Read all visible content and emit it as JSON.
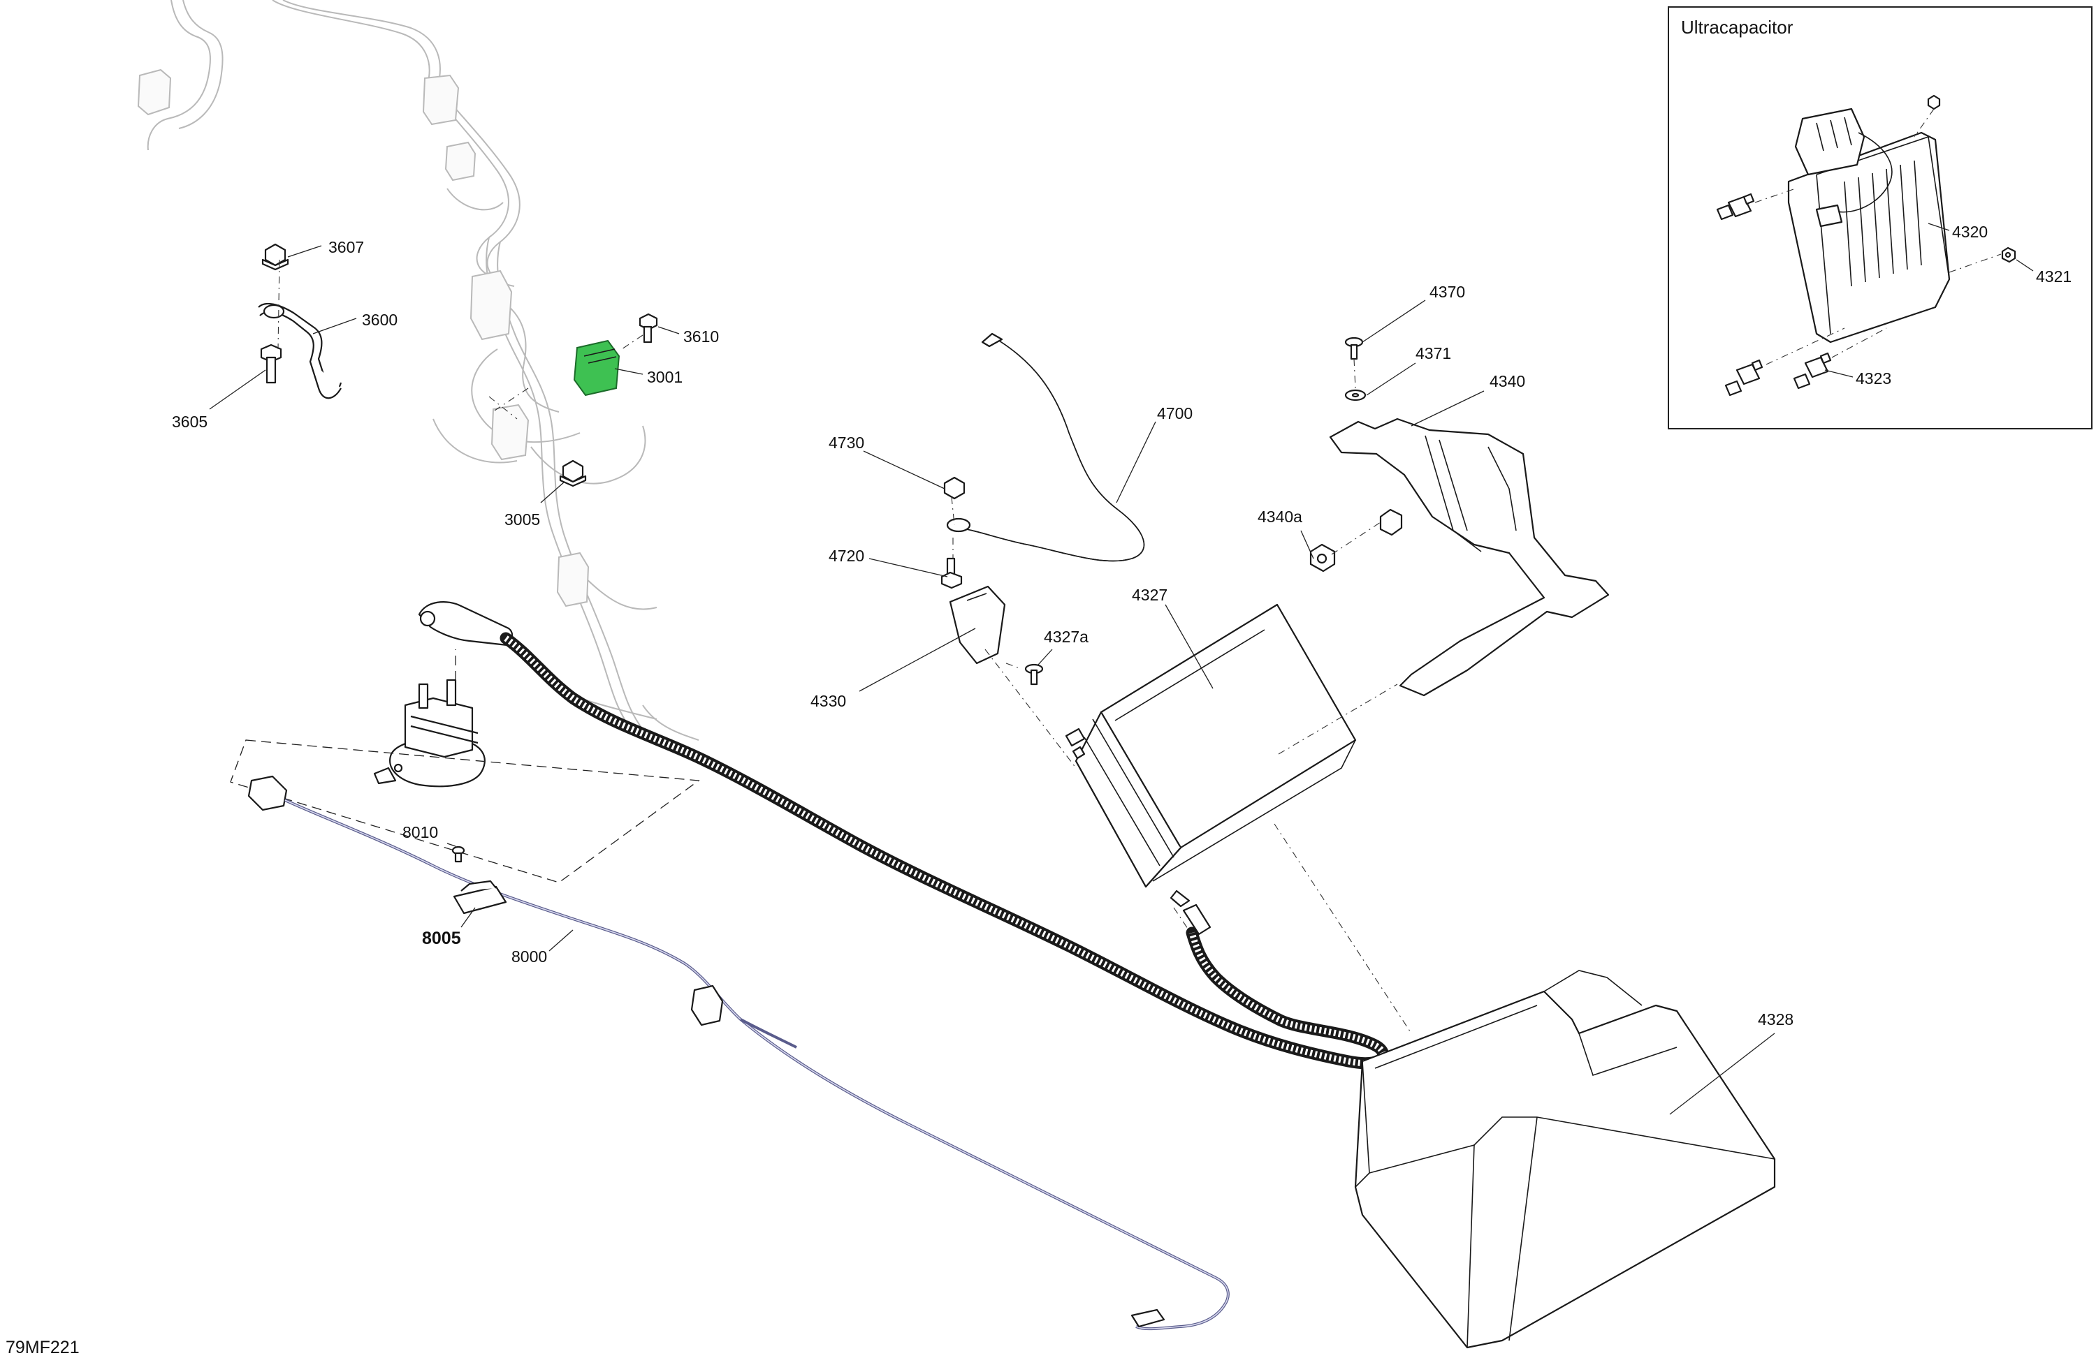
{
  "diagram": {
    "reference_code": "79MF221",
    "inset": {
      "title": "Ultracapacitor",
      "callouts": {
        "c4320": "4320",
        "c4321": "4321",
        "c4323": "4323"
      }
    },
    "callouts": {
      "c3607": "3607",
      "c3600": "3600",
      "c3605": "3605",
      "c3610": "3610",
      "c3001": "3001",
      "c3005": "3005",
      "c4370": "4370",
      "c4371": "4371",
      "c4340": "4340",
      "c4340a": "4340a",
      "c4700": "4700",
      "c4730": "4730",
      "c4720": "4720",
      "c4327": "4327",
      "c4327a": "4327a",
      "c4330": "4330",
      "c4328": "4328",
      "c8010": "8010",
      "c8005": "8005",
      "c8000": "8000"
    },
    "colors": {
      "highlight_part": "#3ec152",
      "sensor_cable": "#5a5c8c",
      "ghost_harness": "#b9b9b9"
    }
  }
}
